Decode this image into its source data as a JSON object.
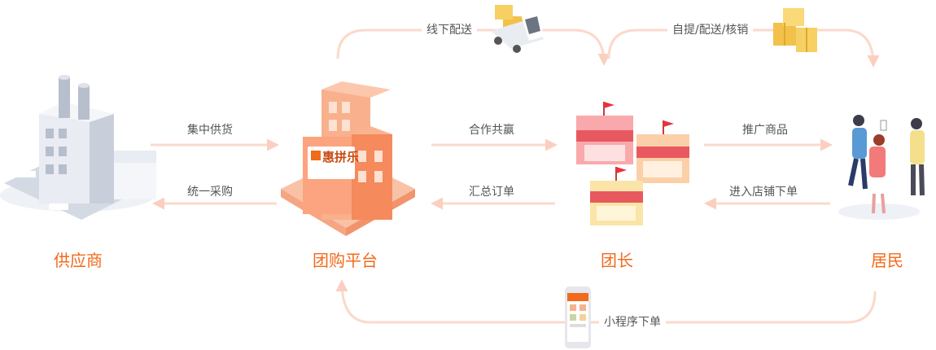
{
  "diagram": {
    "nodes": {
      "supplier": "供应商",
      "platform": "团购平台",
      "leader": "团长",
      "resident": "居民"
    },
    "building_sign": "惠拼乐",
    "flows": {
      "supply_to_platform": "集中供货",
      "platform_to_supply": "统一采购",
      "platform_to_leader": "合作共赢",
      "leader_to_platform": "汇总订单",
      "leader_to_resident": "推广商品",
      "resident_to_leader": "进入店铺下单",
      "offline_delivery": "线下配送",
      "pickup_delivery": "自提/配送/核销",
      "miniapp_order": "小程序下单"
    },
    "colors": {
      "accent": "#f26a1b",
      "arrow": "#fbd9cc",
      "label": "#555555"
    }
  }
}
